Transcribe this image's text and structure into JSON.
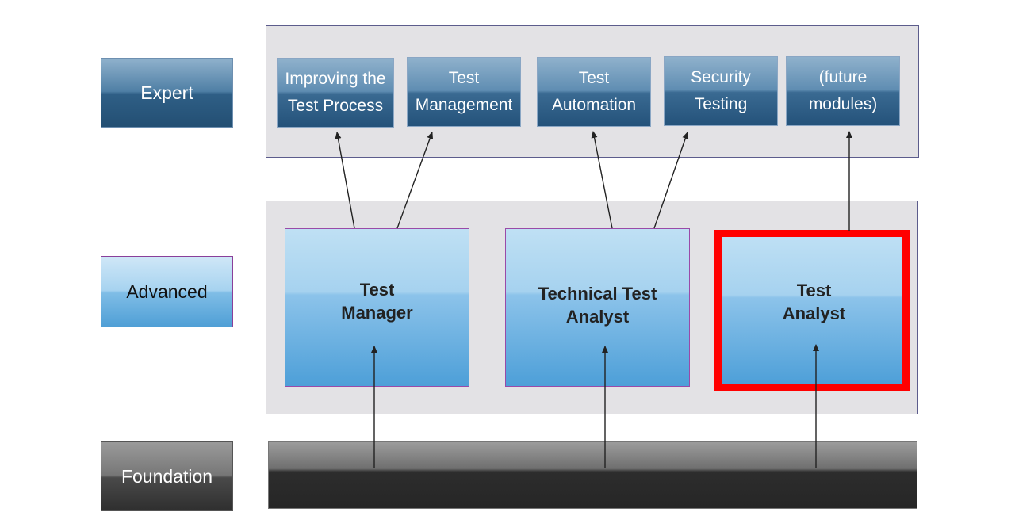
{
  "levels": {
    "expert": "Expert",
    "advanced": "Advanced",
    "foundation": "Foundation"
  },
  "expert_modules": [
    {
      "line1": "Improving the",
      "line2": "Test Process"
    },
    {
      "line1": "Test",
      "line2": "Management"
    },
    {
      "line1": "Test",
      "line2": "Automation"
    },
    {
      "line1": "Security",
      "line2": "Testing"
    },
    {
      "line1": "(future",
      "line2": "modules)"
    }
  ],
  "advanced_modules": [
    {
      "line1": "Test",
      "line2": "Manager"
    },
    {
      "line1": "Technical Test",
      "line2": "Analyst"
    },
    {
      "line1": "Test",
      "line2": "Analyst"
    }
  ],
  "colors": {
    "highlight": "#ff0000",
    "arrow": "#222222",
    "panel": "#e3e2e5"
  }
}
